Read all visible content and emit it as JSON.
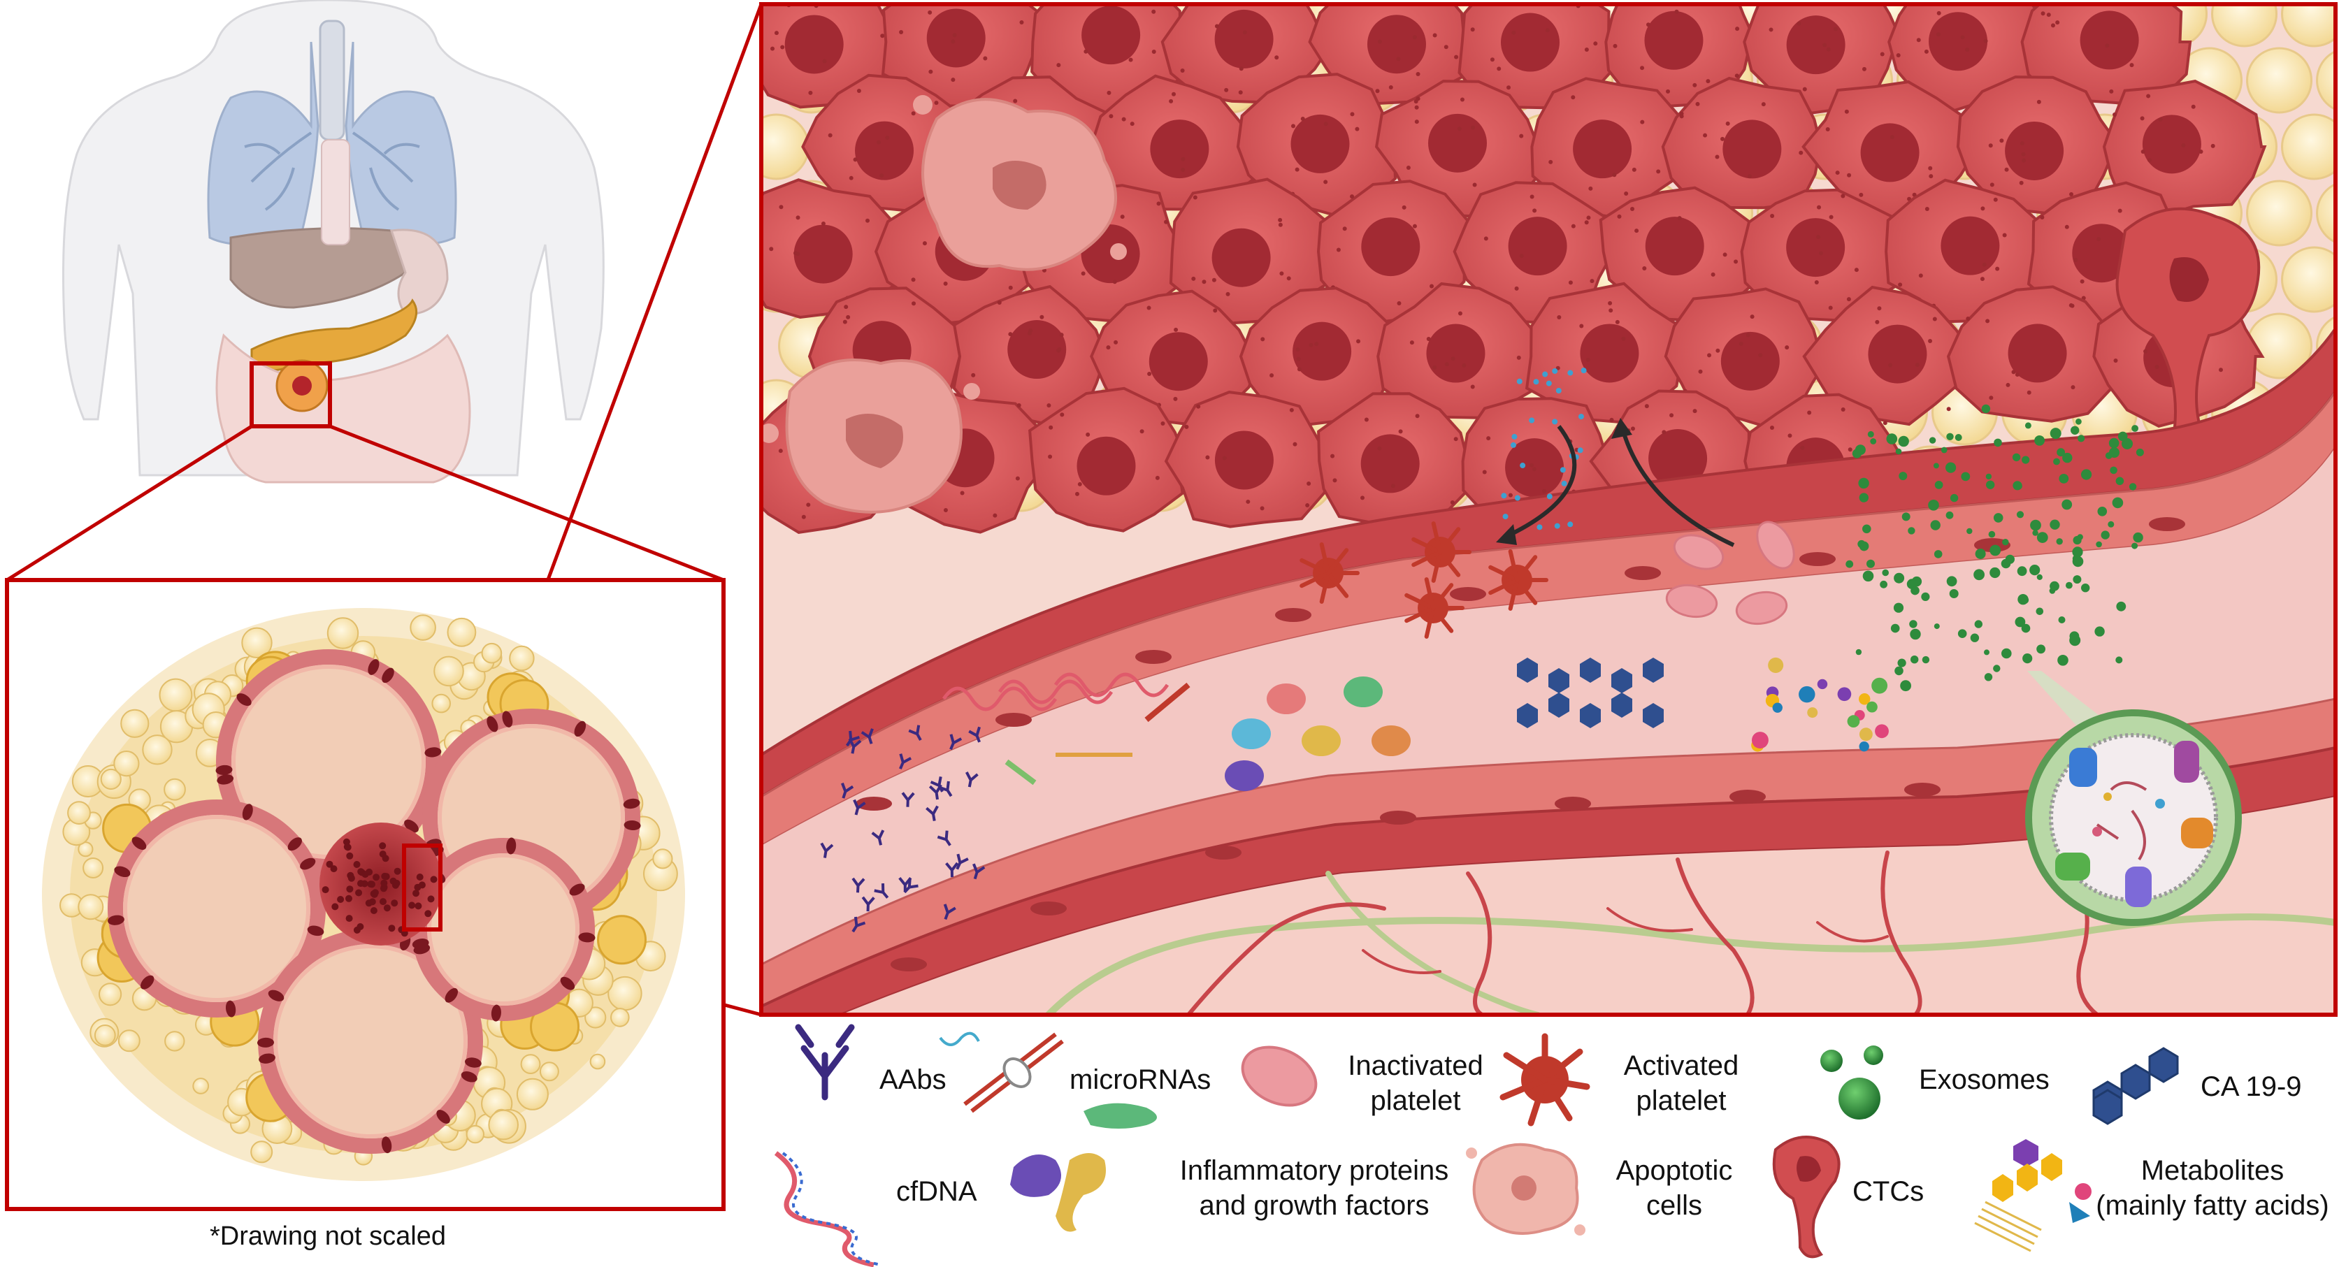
{
  "note": "*Drawing not scaled",
  "colors": {
    "frame": "#c00000",
    "tumor": "#d9575a",
    "vessel": "#c8454a",
    "lumen": "#f3c7c3",
    "fat": "#f7e2a6",
    "exosome": "#2e8b3c",
    "ca199": "#2f4f8f"
  },
  "legend": {
    "aabs": "AAbs",
    "micrornas": "microRNAs",
    "inactivated_line1": "Inactivated",
    "inactivated_line2": "platelet",
    "activated_line1": "Activated",
    "activated_line2": "platelet",
    "exosomes": "Exosomes",
    "ca199": "CA 19-9",
    "cfdna": "cfDNA",
    "inflammatory_line1": "Inflammatory proteins",
    "inflammatory_line2": "and growth factors",
    "apoptotic_line1": "Apoptotic",
    "apoptotic_line2": "cells",
    "ctcs": "CTCs",
    "metabolites_line1": "Metabolites",
    "metabolites_line2": "(mainly fatty acids)"
  },
  "icons": {
    "aabs": "antibody-icon",
    "micrornas": "microrna-icon",
    "inactivated": "inactivated-platelet-icon",
    "activated": "activated-platelet-icon",
    "exosomes": "exosome-icon",
    "ca199": "ca199-icon",
    "cfdna": "cfdna-icon",
    "inflammatory": "protein-icon",
    "apoptotic": "apoptotic-cell-icon",
    "ctcs": "ctc-icon",
    "metabolites": "metabolite-icon"
  }
}
